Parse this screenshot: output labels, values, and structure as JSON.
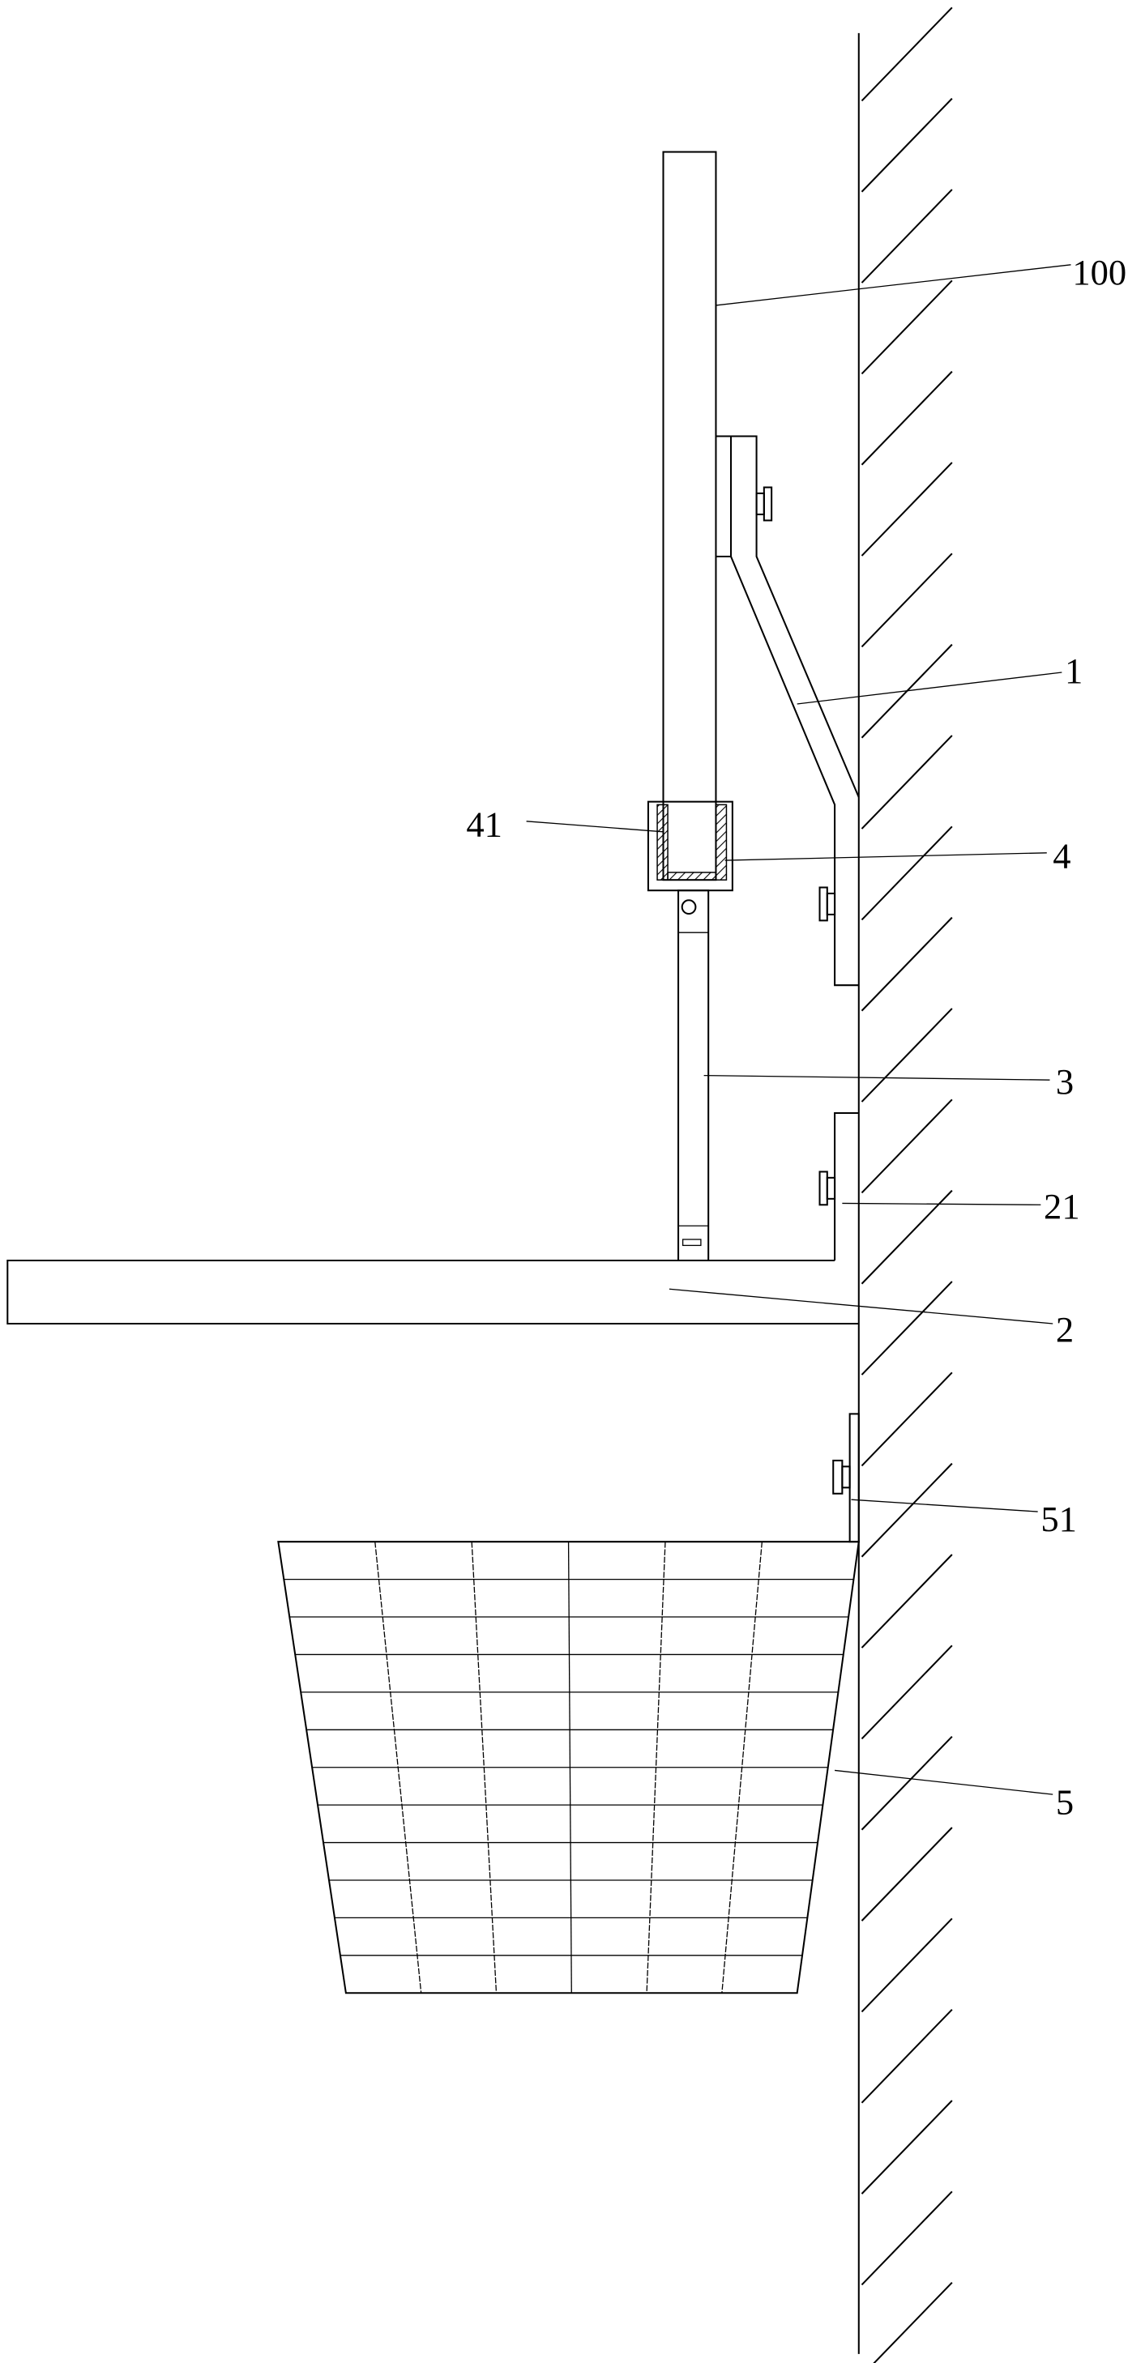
{
  "labels": {
    "pole": "100",
    "upper_bracket": "1",
    "sleeve_liner": "41",
    "sleeve": "4",
    "rod": "3",
    "platform_bracket": "21",
    "platform": "2",
    "basket_bracket": "51",
    "basket": "5"
  }
}
